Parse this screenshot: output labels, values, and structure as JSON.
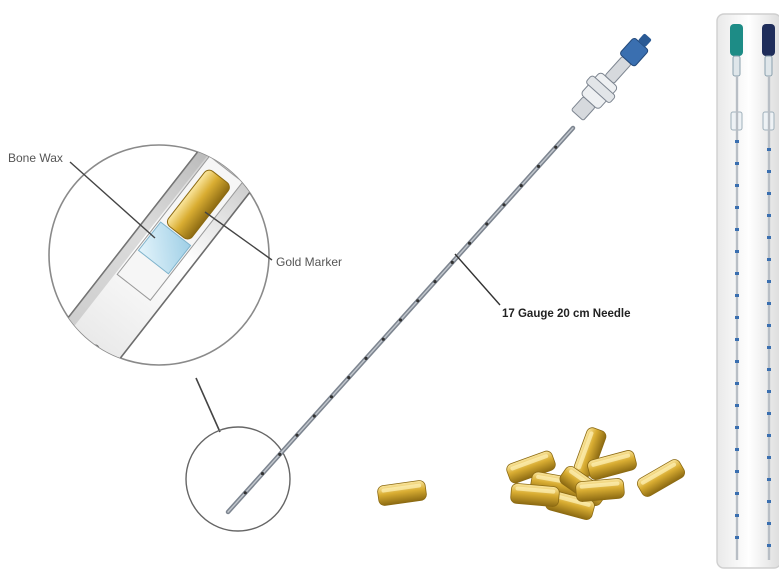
{
  "labels": {
    "bone_wax": "Bone Wax",
    "gold_marker": "Gold Marker",
    "needle": "17 Gauge 20 cm Needle"
  },
  "colors": {
    "gold": "#c9a227",
    "gold_light": "#f1d36a",
    "needle_gray": "#8a8f96",
    "wax_blue": "#bfe3f3",
    "hub_blue": "#3a6fb0",
    "teal": "#1d8c86",
    "navy": "#1f2d5a"
  }
}
